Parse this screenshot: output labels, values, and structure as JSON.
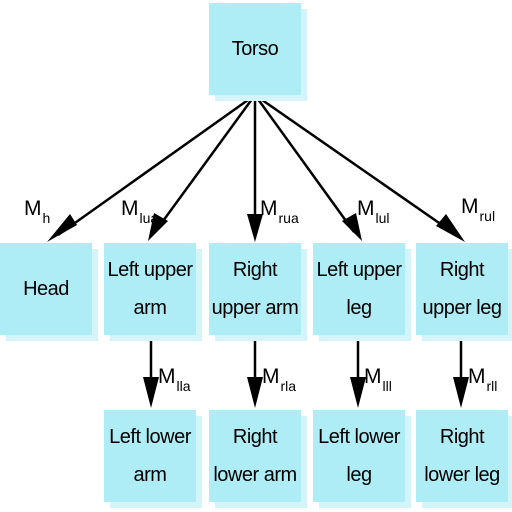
{
  "nodes": {
    "torso": "Torso",
    "head": "Head",
    "left_upper_arm": "Left upper arm",
    "right_upper_arm": "Right upper arm",
    "left_upper_leg": "Left upper leg",
    "right_upper_leg": "Right upper leg",
    "left_lower_arm": "Left lower arm",
    "right_lower_arm": "Right lower arm",
    "left_lower_leg": "Left lower leg",
    "right_lower_leg": "Right lower leg"
  },
  "edges": {
    "h": {
      "base": "M",
      "sub": "h"
    },
    "lua": {
      "base": "M",
      "sub": "lua"
    },
    "rua": {
      "base": "M",
      "sub": "rua"
    },
    "lul": {
      "base": "M",
      "sub": "lul"
    },
    "rul": {
      "base": "M",
      "sub": "rul"
    },
    "lla": {
      "base": "M",
      "sub": "lla"
    },
    "rla": {
      "base": "M",
      "sub": "rla"
    },
    "lll": {
      "base": "M",
      "sub": "lll"
    },
    "rll": {
      "base": "M",
      "sub": "rll"
    }
  },
  "colors": {
    "node_fill": "#aeedf5",
    "node_shadow": "#d3f5f9",
    "arrow": "#000000"
  }
}
